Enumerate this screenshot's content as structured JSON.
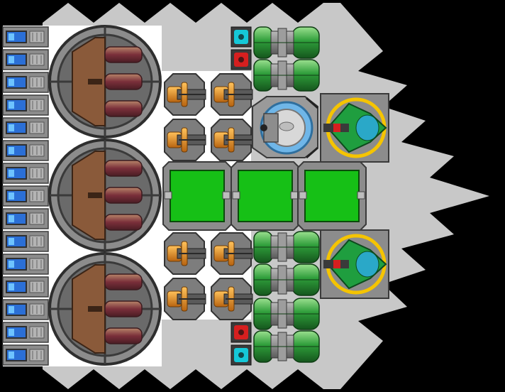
{
  "scene": {
    "type": "ship-builder-grid",
    "background": "#000000",
    "hull_color": "#c8c8c8",
    "block_bg": "#ffffff"
  },
  "modules": {
    "battery_cells": {
      "icon": "battery-cell-icon",
      "count": 15,
      "colors": [
        "#2b6fd6",
        "#6ec3ff"
      ]
    },
    "thruster_rings": {
      "icon": "thruster-ring-icon",
      "count": 3,
      "colors": [
        "#8a5a3a",
        "#6b2f33",
        "#4d4d4d"
      ]
    },
    "gatling_turrets": {
      "icon": "gatling-turret-icon",
      "count": 8,
      "colors": [
        "#e08a1e",
        "#5a5a5a"
      ]
    },
    "green_tanks": {
      "icon": "fuel-tank-icon",
      "count": 6,
      "colors": [
        "#2e9d3a",
        "#7fd27a"
      ]
    },
    "green_core_panels": {
      "icon": "core-panel-icon",
      "count": 3,
      "colors": [
        "#16c016",
        "#8a8a8a"
      ]
    },
    "shield_generator": {
      "icon": "shield-generator-icon",
      "count": 1,
      "colors": [
        "#6fb6e8",
        "#9a9a9a"
      ]
    },
    "fighter_bays": {
      "icon": "fighter-drone-icon",
      "count": 2,
      "colors": [
        "#1f9e3f",
        "#f5c400"
      ]
    },
    "signal_lights": {
      "icon": "signal-light-icon",
      "count": 4,
      "colors": [
        "#15c8d8",
        "#d61f1f"
      ]
    }
  }
}
